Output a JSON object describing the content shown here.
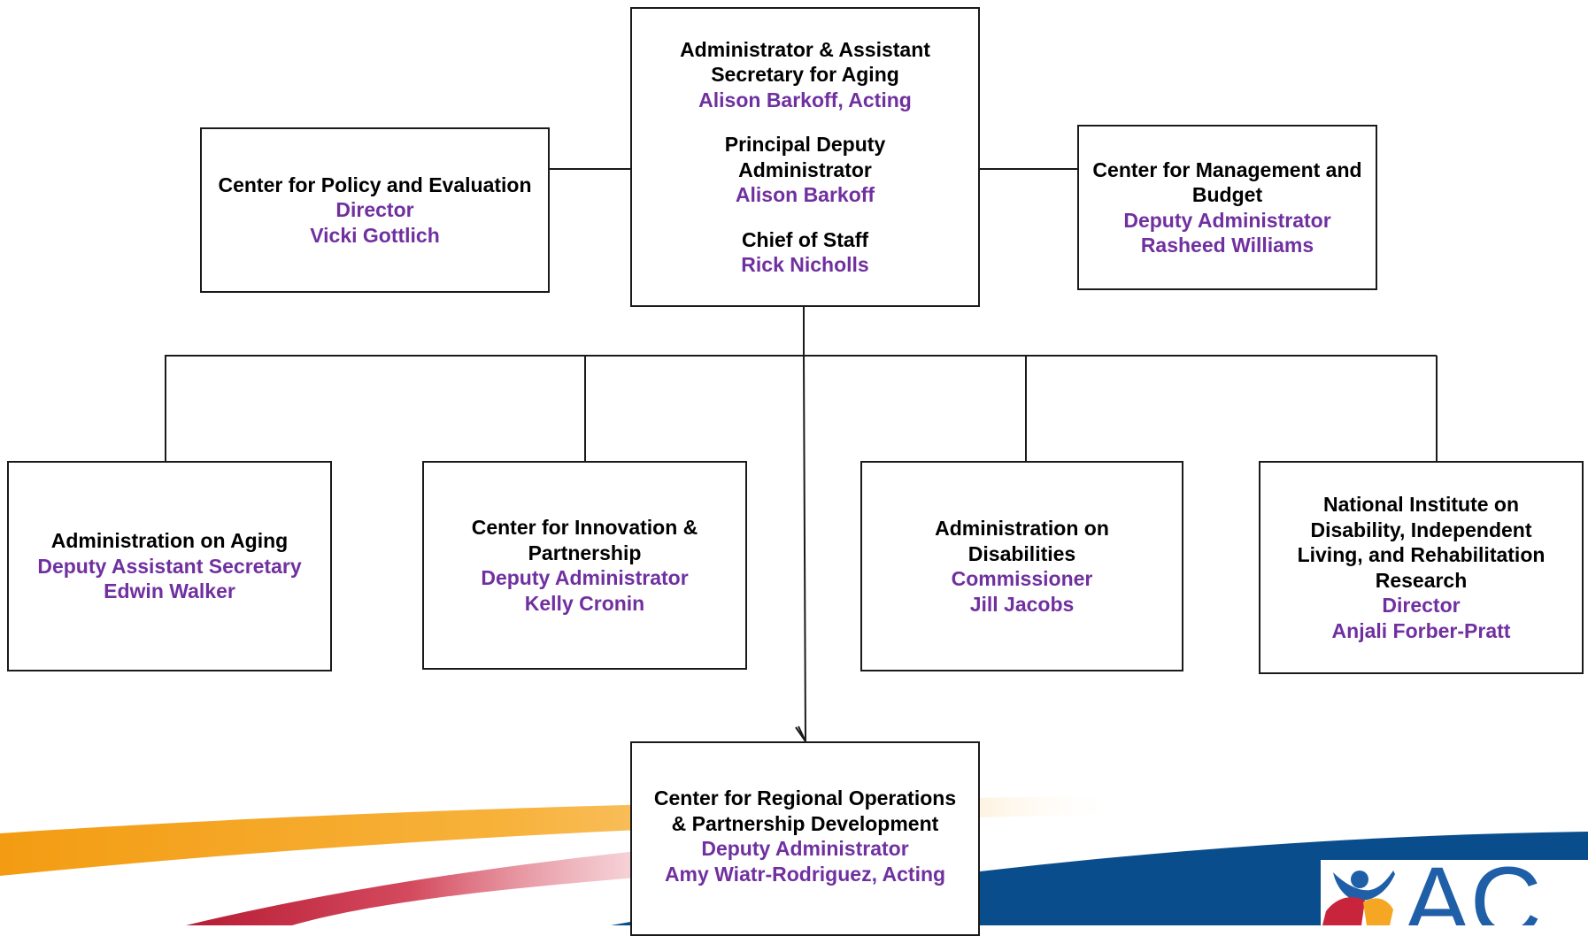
{
  "colors": {
    "title_text": "#000000",
    "name_text": "#7030a0",
    "border": "#1a1a1a",
    "band_orange": "#f5a623",
    "band_red": "#c8243c",
    "band_blue": "#0a4d8c"
  },
  "boxes": {
    "top": {
      "administrator": {
        "title_1": "Administrator & Assistant",
        "title_2": "Secretary for Aging",
        "name": "Alison Barkoff, Acting"
      },
      "principal_deputy": {
        "title_1": "Principal Deputy",
        "title_2": "Administrator",
        "name": "Alison Barkoff"
      },
      "chief_of_staff": {
        "title": "Chief of Staff",
        "name": "Rick Nicholls"
      }
    },
    "policy": {
      "title": "Center for Policy and Evaluation",
      "role": "Director",
      "name": "Vicki Gottlich"
    },
    "management": {
      "title_1": "Center for Management and",
      "title_2": "Budget",
      "role": "Deputy Administrator",
      "name": "Rasheed Williams"
    },
    "aging": {
      "title": "Administration on Aging",
      "role": "Deputy Assistant Secretary",
      "name": "Edwin Walker"
    },
    "innovation": {
      "title_1": "Center for Innovation &",
      "title_2": "Partnership",
      "role": "Deputy Administrator",
      "name": "Kelly Cronin"
    },
    "disabilities": {
      "title_1": "Administration on",
      "title_2": "Disabilities",
      "role": "Commissioner",
      "name": "Jill Jacobs"
    },
    "nidilrr": {
      "title_1": "National Institute on",
      "title_2": "Disability, Independent",
      "title_3": "Living, and Rehabilitation",
      "title_4": "Research",
      "role": "Director",
      "name": "Anjali Forber-Pratt"
    },
    "regional": {
      "title_1": "Center for Regional Operations",
      "title_2": "& Partnership Development",
      "role": "Deputy Administrator",
      "name": "Amy Wiatr-Rodriguez, Acting"
    }
  },
  "logo": {
    "icon": "acl-logo-figure-icon",
    "text": "AC"
  }
}
